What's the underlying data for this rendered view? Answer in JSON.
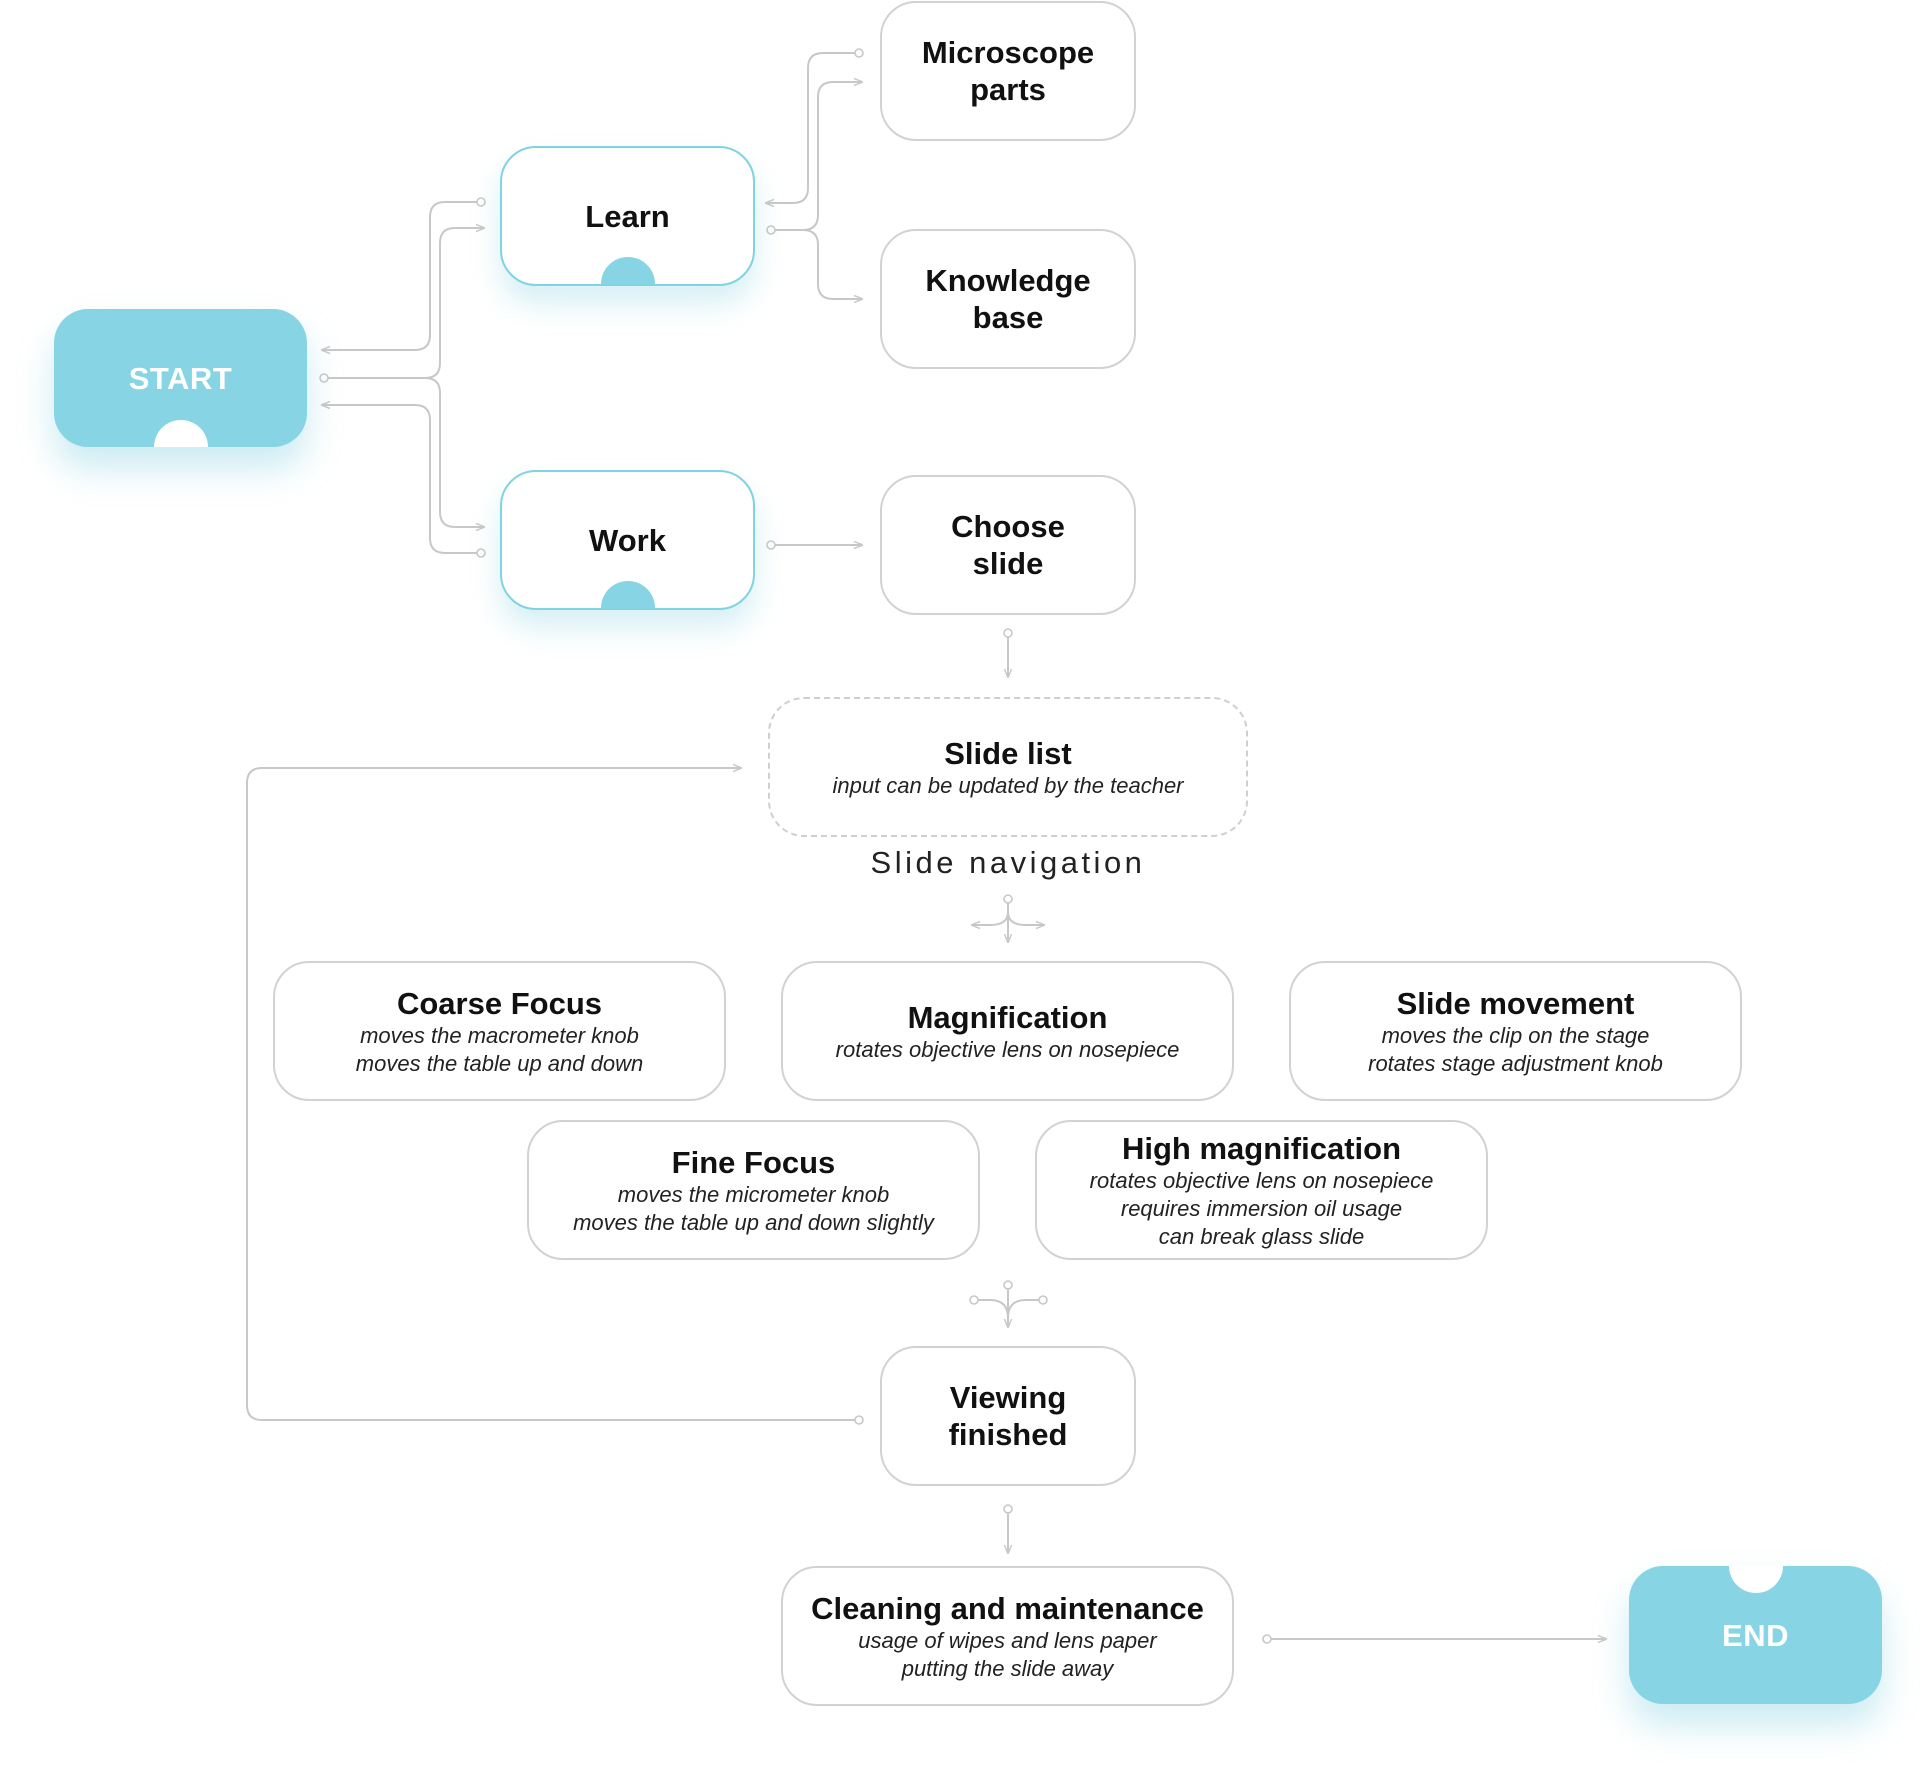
{
  "colors": {
    "accent": "#86d4e4",
    "outline": "#d2d2d2",
    "connector": "#c8c8c8"
  },
  "nodes": {
    "start": {
      "title": "START"
    },
    "learn": {
      "title": "Learn"
    },
    "work": {
      "title": "Work"
    },
    "microscope_parts": {
      "title": "Microscope\nparts"
    },
    "knowledge_base": {
      "title": "Knowledge\nbase"
    },
    "choose_slide": {
      "title": "Choose\nslide"
    },
    "slide_list": {
      "title": "Slide list",
      "subtitle": "input can be updated by the teacher"
    },
    "coarse_focus": {
      "title": "Coarse Focus",
      "lines": [
        "moves the macrometer knob",
        "moves the table up and down"
      ]
    },
    "magnification": {
      "title": "Magnification",
      "lines": [
        "rotates objective lens on nosepiece"
      ]
    },
    "slide_movement": {
      "title": "Slide movement",
      "lines": [
        "moves the clip on the stage",
        "rotates stage adjustment knob"
      ]
    },
    "fine_focus": {
      "title": "Fine Focus",
      "lines": [
        "moves the micrometer knob",
        "moves the table up and down slightly"
      ]
    },
    "high_magnification": {
      "title": "High magnification",
      "lines": [
        "rotates objective lens on nosepiece",
        "requires immersion oil usage",
        "can break glass slide"
      ]
    },
    "viewing_finished": {
      "title": "Viewing\nfinished"
    },
    "cleaning": {
      "title": "Cleaning and maintenance",
      "lines": [
        "usage of wipes and lens paper",
        "putting the slide away"
      ]
    },
    "end": {
      "title": "END"
    }
  },
  "section_label": "Slide navigation"
}
